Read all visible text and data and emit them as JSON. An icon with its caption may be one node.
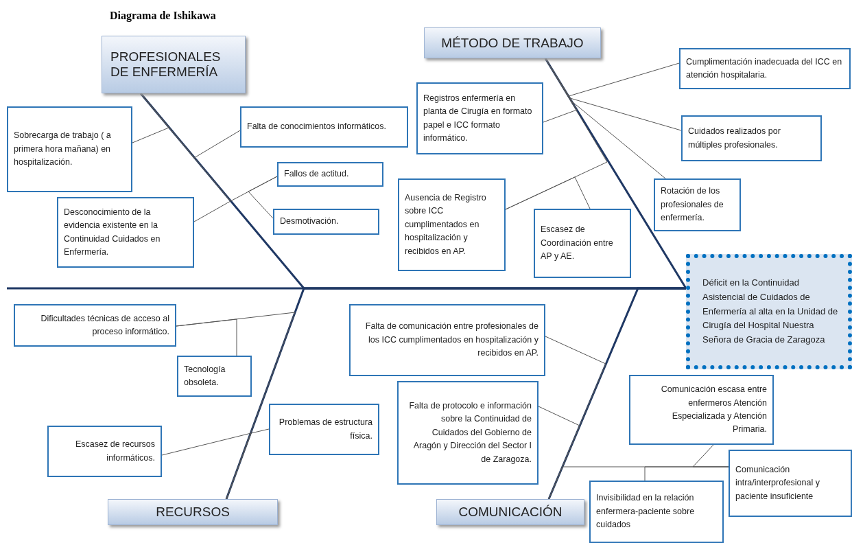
{
  "diagram": {
    "title": "Diagrama de Ishikawa",
    "nodes": [
      {
        "text": [
          "PROFESIONALES DE ENFERMERÍA"
        ]
      },
      {
        "text": [
          "MÉTODO DE TRABAJO"
        ]
      },
      {
        "text": [
          "RECURSOS"
        ]
      },
      {
        "text": [
          "COMUNICACIÓN"
        ]
      },
      {
        "text": [
          "Déficit en la Continuidad Asistencial de Cuidados de Enfermería al alta en la Unidad de Cirugía del Hospital Nuestra Señora de Gracia de Zaragoza"
        ]
      },
      {
        "text": [
          "Sobrecarga de trabajo ( a primera hora mañana) en hospitalización."
        ]
      },
      {
        "text": [
          "Falta de conocimientos informáticos."
        ]
      },
      {
        "text": [
          "Fallos de actitud."
        ]
      },
      {
        "text": [
          "Desmotivación."
        ]
      },
      {
        "text": [
          "Desconocimiento de la evidencia existente en la Continuidad Cuidados en Enfermería."
        ]
      },
      {
        "text": [
          "Registros enfermería en planta de Cirugía en formato papel e ICC formato informático."
        ]
      },
      {
        "text": [
          "Ausencia de Registro sobre ICC cumplimentados en hospitalización y recibidos en AP."
        ]
      },
      {
        "text": [
          "Escasez de Coordinación entre AP y AE."
        ]
      },
      {
        "text": [
          "Cumplimentación inadecuada del ICC en atención hospitalaria."
        ]
      },
      {
        "text": [
          "Cuidados realizados por múltiples profesionales."
        ]
      },
      {
        "text": [
          "Rotación de los profesionales de enfermería."
        ]
      },
      {
        "text": [
          "Dificultades técnicas de acceso al proceso informático."
        ]
      },
      {
        "text": [
          "Tecnología obsoleta."
        ]
      },
      {
        "text": [
          "Escasez de recursos informáticos."
        ]
      },
      {
        "text": [
          "Problemas de estructura física."
        ]
      },
      {
        "text": [
          "Falta de comunicación entre profesionales de los ICC cumplimentados en hospitalización y recibidos en AP."
        ]
      },
      {
        "text": [
          "Falta de protocolo e información sobre la Continuidad de Cuidados del Gobierno de Aragón y Dirección del Sector I de Zaragoza."
        ]
      },
      {
        "text": [
          "Comunicación escasa entre enfermeros Atención Especializada y Atención Primaria."
        ]
      },
      {
        "text": [
          "Comunicación intra/interprofesional y paciente insuficiente"
        ]
      },
      {
        "text": [
          "Invisibilidad en la relación enfermera-paciente sobre cuidados"
        ]
      }
    ],
    "edges": [
      {
        "from": null,
        "to": 4,
        "arrow": "none",
        "style": "thick"
      },
      {
        "from": 0,
        "to": 4,
        "arrow": "none",
        "style": "thick"
      },
      {
        "from": 1,
        "to": 4,
        "arrow": "none",
        "style": "thick"
      },
      {
        "from": 2,
        "to": 4,
        "arrow": "none",
        "style": "thick"
      },
      {
        "from": 3,
        "to": 4,
        "arrow": "none",
        "style": "thick"
      },
      {
        "from": 5,
        "to": 0,
        "arrow": "none"
      },
      {
        "from": 6,
        "to": 0,
        "arrow": "none"
      },
      {
        "from": 9,
        "to": 0,
        "arrow": "none"
      },
      {
        "from": 7,
        "to": 0,
        "arrow": "none"
      },
      {
        "from": 8,
        "to": 7,
        "arrow": "none"
      },
      {
        "from": 10,
        "to": 1,
        "arrow": "none"
      },
      {
        "from": 13,
        "to": 1,
        "arrow": "none"
      },
      {
        "from": 14,
        "to": 1,
        "arrow": "none"
      },
      {
        "from": 15,
        "to": 1,
        "arrow": "none"
      },
      {
        "from": 11,
        "to": 1,
        "arrow": "none"
      },
      {
        "from": 12,
        "to": 11,
        "arrow": "none"
      },
      {
        "from": 16,
        "to": 2,
        "arrow": "none"
      },
      {
        "from": 17,
        "to": 16,
        "arrow": "none"
      },
      {
        "from": 18,
        "to": 2,
        "arrow": "none"
      },
      {
        "from": 19,
        "to": 2,
        "arrow": "none"
      },
      {
        "from": 20,
        "to": 3,
        "arrow": "none"
      },
      {
        "from": 21,
        "to": 3,
        "arrow": "none"
      },
      {
        "from": 23,
        "to": 3,
        "arrow": "none"
      },
      {
        "from": 22,
        "to": 23,
        "arrow": "none"
      },
      {
        "from": 24,
        "to": 23,
        "arrow": "none"
      }
    ]
  }
}
